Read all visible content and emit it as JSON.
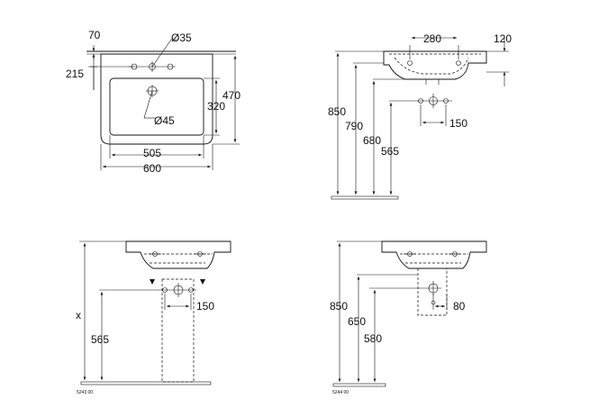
{
  "views": {
    "top_view": {
      "labels": {
        "dim_overhang": "70",
        "dim_tap_hole_dia": "Ø35",
        "dim_tap_offset": "215",
        "dim_height_outer": "470",
        "dim_bowl_depth": "320",
        "dim_drain_dia": "Ø45",
        "dim_inner_width": "505",
        "dim_outer_width": "600"
      }
    },
    "side_view": {
      "labels": {
        "dim_280": "280",
        "dim_120": "120",
        "dim_850": "850",
        "dim_790": "790",
        "dim_680": "680",
        "dim_565": "565",
        "dim_150": "150"
      }
    },
    "pedestal_view": {
      "labels": {
        "dim_x": "x",
        "dim_565": "565",
        "dim_150": "150",
        "code": "5243 00"
      }
    },
    "semi_pedestal_view": {
      "labels": {
        "dim_850": "850",
        "dim_650": "650",
        "dim_580": "580",
        "dim_80": "80",
        "code": "5244 00"
      }
    }
  }
}
